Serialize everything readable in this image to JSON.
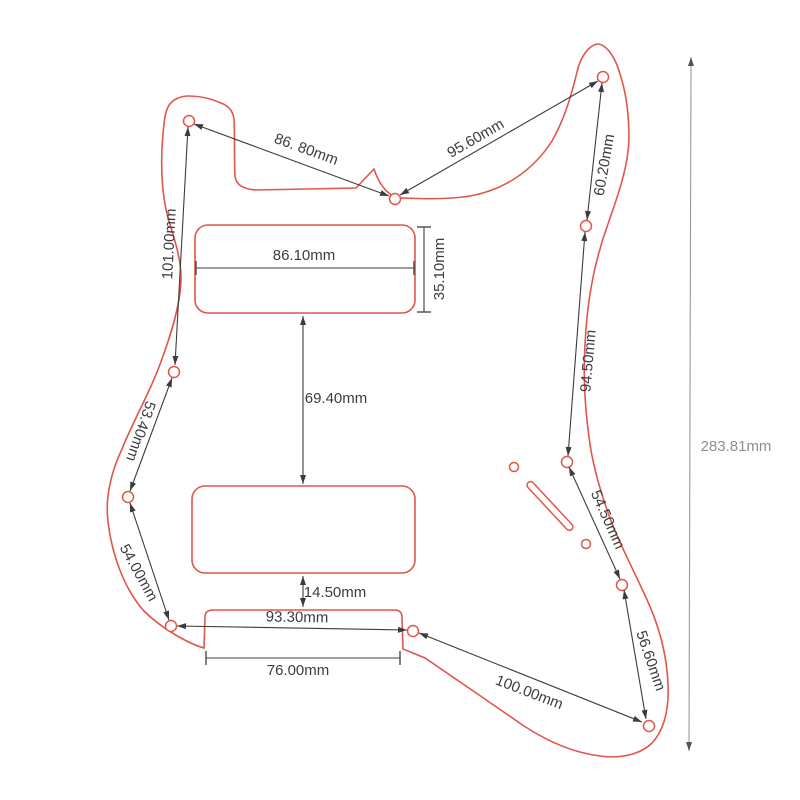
{
  "diagram": {
    "kind": "pickguard-dimension-drawing"
  },
  "colors": {
    "outline_red": "#e0564b",
    "dimension_dark": "#3c3c3c",
    "overall_line_gray": "#9b9b9b",
    "overall_text_gray": "#8f8f8f",
    "background": "#ffffff"
  },
  "dimensions": {
    "upper_left_diag": {
      "label": "86. 80mm"
    },
    "upper_right_diag": {
      "label": "95.60mm"
    },
    "right_top": {
      "label": "60.20mm"
    },
    "right_upper_mid": {
      "label": "94.50mm"
    },
    "right_lower_mid": {
      "label": "54.50mm"
    },
    "right_bottom": {
      "label": "56.60mm"
    },
    "bottom_right_diag": {
      "label": "100.00mm"
    },
    "bottom_span": {
      "label": "93.30mm"
    },
    "left_top": {
      "label": "101.00mm"
    },
    "left_mid": {
      "label": "53.40mm"
    },
    "left_bottom": {
      "label": "54.00mm"
    },
    "neck_pickup_width": {
      "label": "86.10mm"
    },
    "neck_pickup_height": {
      "label": "35.10mm"
    },
    "pickup_gap": {
      "label": "69.40mm"
    },
    "bridge_pickup_to_notch": {
      "label": "14.50mm"
    },
    "notch_width": {
      "label": "76.00mm"
    },
    "overall_height": {
      "label": "283.81mm"
    }
  }
}
